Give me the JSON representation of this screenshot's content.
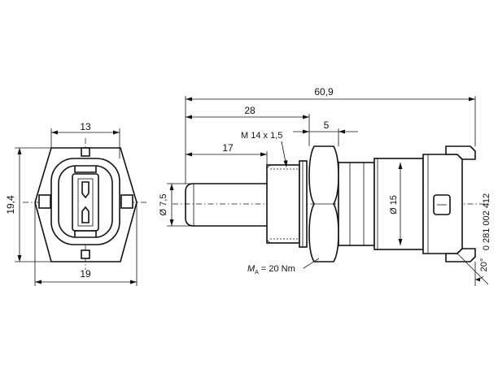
{
  "dimensions": {
    "overall_length": "60,9",
    "length_28": "28",
    "length_17": "17",
    "length_5": "5",
    "front_width_13": "13",
    "front_height": "19,4",
    "front_width_19": "19",
    "tip_diameter": "Ø 7,5",
    "body_diameter": "Ø 15",
    "angle": "20°"
  },
  "labels": {
    "thread": "M 14 x 1,5",
    "torque_symbol": "M",
    "torque_subscript": "A",
    "torque_value": " = 20 Nm",
    "part_number": "0 281 002 412"
  }
}
